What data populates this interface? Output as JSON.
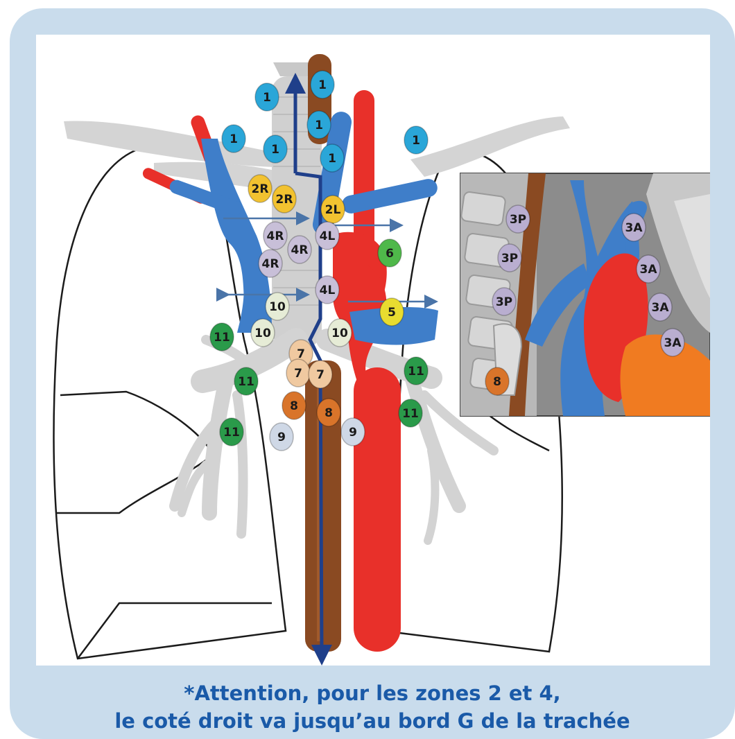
{
  "diagram": {
    "colors": {
      "frame": "#c9dcec",
      "artery": "#e8302a",
      "vein": "#3f7ec9",
      "esophagus": "#8a4a22",
      "bone": "#d9d9d9",
      "median_line": "#1f3f8a"
    },
    "nodes": [
      {
        "label": "1",
        "color": "#2aa6d8"
      },
      {
        "label": "1",
        "color": "#2aa6d8"
      },
      {
        "label": "1",
        "color": "#2aa6d8"
      },
      {
        "label": "1",
        "color": "#2aa6d8"
      },
      {
        "label": "1",
        "color": "#2aa6d8"
      },
      {
        "label": "1",
        "color": "#2aa6d8"
      },
      {
        "label": "1",
        "color": "#2aa6d8"
      },
      {
        "label": "2R",
        "color": "#f2c230"
      },
      {
        "label": "2R",
        "color": "#f2c230"
      },
      {
        "label": "2L",
        "color": "#f2c230"
      },
      {
        "label": "4R",
        "color": "#c8bfd8"
      },
      {
        "label": "4R",
        "color": "#c8bfd8"
      },
      {
        "label": "4R",
        "color": "#c8bfd8"
      },
      {
        "label": "4L",
        "color": "#c8bfd8"
      },
      {
        "label": "4L",
        "color": "#c8bfd8"
      },
      {
        "label": "6",
        "color": "#4fb84a"
      },
      {
        "label": "5",
        "color": "#e8dc30"
      },
      {
        "label": "10",
        "color": "#e6ecd6"
      },
      {
        "label": "10",
        "color": "#e6ecd6"
      },
      {
        "label": "10",
        "color": "#e6ecd6"
      },
      {
        "label": "11",
        "color": "#2a9a4a"
      },
      {
        "label": "11",
        "color": "#2a9a4a"
      },
      {
        "label": "11",
        "color": "#2a9a4a"
      },
      {
        "label": "11",
        "color": "#2a9a4a"
      },
      {
        "label": "11",
        "color": "#2a9a4a"
      },
      {
        "label": "7",
        "color": "#f0c9a0"
      },
      {
        "label": "7",
        "color": "#f0c9a0"
      },
      {
        "label": "7",
        "color": "#f0c9a0"
      },
      {
        "label": "8",
        "color": "#d9742a"
      },
      {
        "label": "8",
        "color": "#d9742a"
      },
      {
        "label": "9",
        "color": "#cfd8e6"
      },
      {
        "label": "9",
        "color": "#cfd8e6"
      }
    ],
    "inset_nodes": [
      {
        "label": "3P",
        "color": "#b9aed0"
      },
      {
        "label": "3P",
        "color": "#b9aed0"
      },
      {
        "label": "3P",
        "color": "#b9aed0"
      },
      {
        "label": "3A",
        "color": "#b9aed0"
      },
      {
        "label": "3A",
        "color": "#b9aed0"
      },
      {
        "label": "3A",
        "color": "#b9aed0"
      },
      {
        "label": "3A",
        "color": "#b9aed0"
      },
      {
        "label": "8",
        "color": "#d9742a"
      }
    ]
  },
  "caption": {
    "line1": "*Attention, pour les zones 2 et 4,",
    "line2": "le coté droit va jusqu’au bord G de la trachée"
  }
}
